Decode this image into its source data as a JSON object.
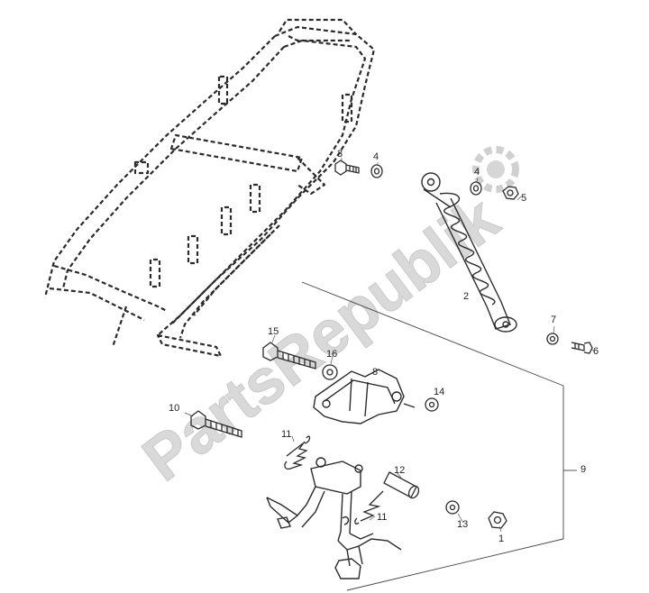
{
  "watermark": {
    "text": "PartsRepublik",
    "color": "#d4d4d4"
  },
  "colors": {
    "line": "#2b2b2b",
    "background": "#ffffff"
  },
  "callouts": {
    "c1": "1",
    "c2": "2",
    "c3": "3",
    "c4a": "4",
    "c4b": "4",
    "c5": "5",
    "c6": "6",
    "c7": "7",
    "c8": "8",
    "c9": "9",
    "c10": "10",
    "c11a": "11",
    "c11b": "11",
    "c12": "12",
    "c13": "13",
    "c14": "14",
    "c15": "15",
    "c16": "16"
  }
}
